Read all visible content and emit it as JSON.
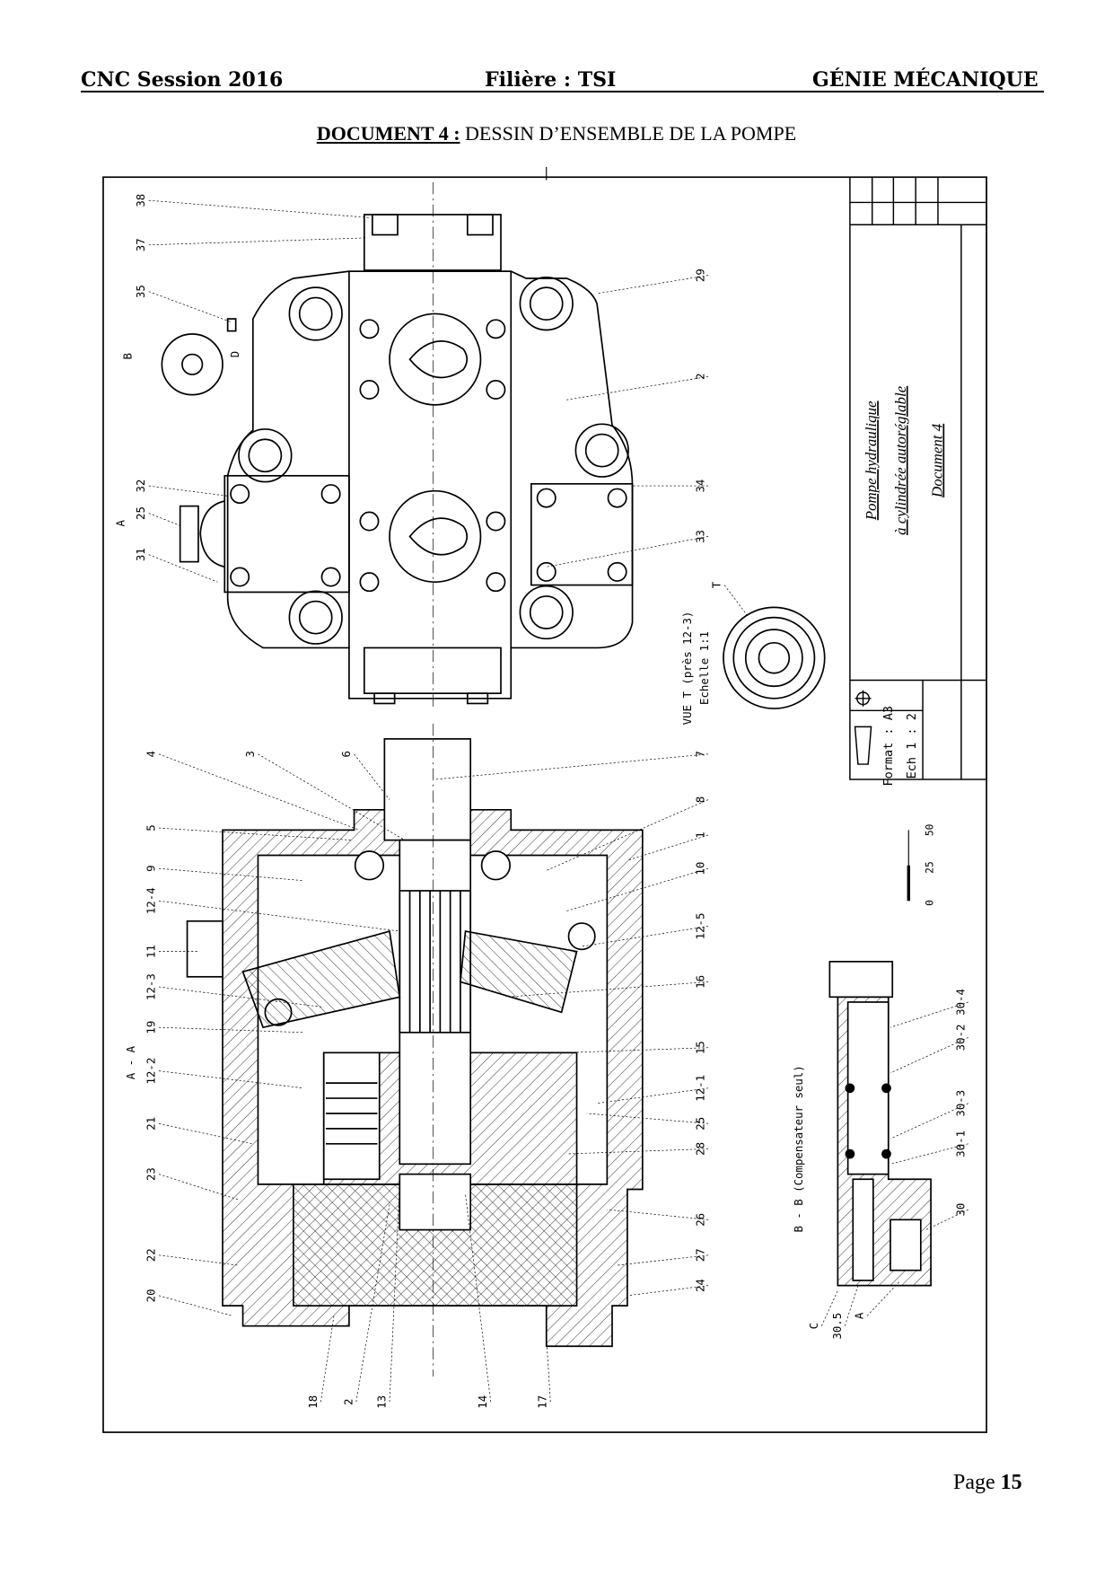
{
  "header": {
    "left": "CNC Session 2016",
    "center": "Filière : TSI",
    "right": "GÉNIE MÉCANIQUE"
  },
  "document": {
    "label": "DOCUMENT 4 :",
    "title": "DESSIN D’ENSEMBLE DE LA POMPE"
  },
  "title_block": {
    "line1": "Pompe hydraulique",
    "line2": "à cylindrée autoréglable",
    "line3": "Document 4",
    "format": "Format : A3",
    "scale": "Ech 1 : 2"
  },
  "top_view_labels": [
    "38",
    "37",
    "35",
    "B",
    "D",
    "32",
    "25",
    "31",
    "A",
    "29",
    "2",
    "34",
    "33",
    "T",
    "VUE T (près 12-3)",
    "Echelle 1:1"
  ],
  "section_labels": [
    "4",
    "3",
    "6",
    "7",
    "5",
    "8",
    "9",
    "1",
    "12-4",
    "10",
    "11",
    "12-5",
    "12-3",
    "16",
    "19",
    "15",
    "A - A",
    "12-2",
    "12-1",
    "21",
    "25",
    "23",
    "28",
    "22",
    "26",
    "20",
    "27",
    "24",
    "18",
    "2",
    "13",
    "14",
    "17"
  ],
  "bb_labels": [
    "B - B (Compensateur seul)",
    "30-4",
    "30-2",
    "30-3",
    "30-1",
    "30",
    "C",
    "30.5",
    "A"
  ],
  "scale_bar": [
    "0",
    "25",
    "50"
  ],
  "footer": {
    "page_label": "Page",
    "page_number": "15"
  }
}
